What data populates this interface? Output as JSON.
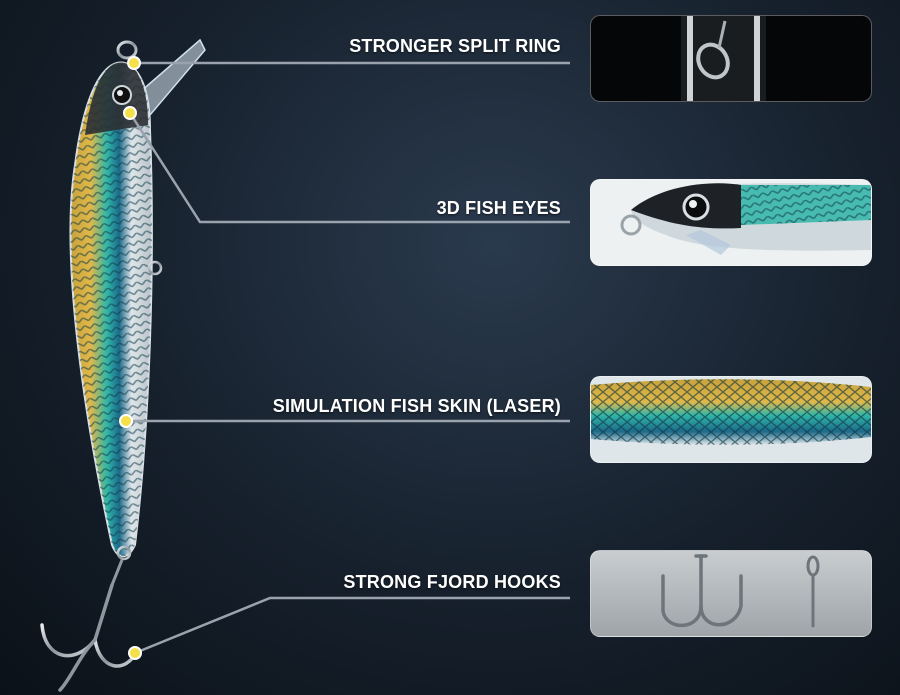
{
  "features": [
    {
      "label": "STRONGER SPLIT RING",
      "icon": "split-ring-icon"
    },
    {
      "label": "3D FISH EYES",
      "icon": "fish-eye-icon"
    },
    {
      "label": "SIMULATION FISH SKIN (LASER)",
      "icon": "fish-skin-icon"
    },
    {
      "label": "STRONG FJORD HOOKS",
      "icon": "treble-hook-icon"
    }
  ],
  "colors": {
    "background": "#16202c",
    "leader_line": "#9aa3ad",
    "marker_dot": "#f5e04a",
    "label_text": "#ffffff",
    "lure_gold": "#c9a23a",
    "lure_teal": "#2fb6a8",
    "lure_belly": "#dfe6ea"
  }
}
